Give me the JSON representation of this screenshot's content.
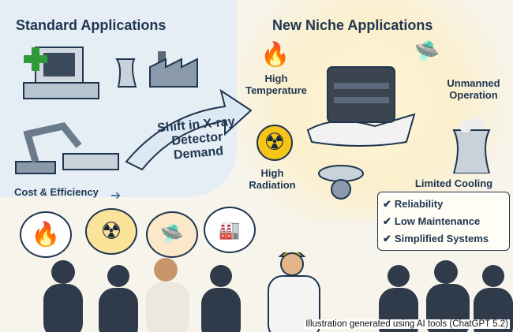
{
  "left": {
    "title": "Standard Applications",
    "cost_label": "Cost & Efficiency"
  },
  "center": {
    "arrow_label": "Shift in X-ray Detector Demand"
  },
  "right": {
    "title": "New Niche Applications",
    "conditions": [
      {
        "label": "High Temperature",
        "icon": "fire-icon"
      },
      {
        "label": "Unmanned Operation",
        "icon": "drone-icon"
      },
      {
        "label": "High Radiation",
        "icon": "radiation-icon"
      },
      {
        "label": "Limited Cooling",
        "icon": "cooling-tower-icon"
      }
    ],
    "benefits": [
      "Reliability",
      "Low Maintenance",
      "Simplified Systems"
    ]
  },
  "bubbles": [
    "fire-icon",
    "radiation-icon",
    "drone-icon",
    "cooling-tower-icon"
  ],
  "caption": "Illustration generated using AI tools (ChatGPT 5.2)",
  "colors": {
    "navy": "#1f3650",
    "yellow": "#f5c518",
    "fire": "#e8561c",
    "blue_panel": "#e6eef5"
  }
}
